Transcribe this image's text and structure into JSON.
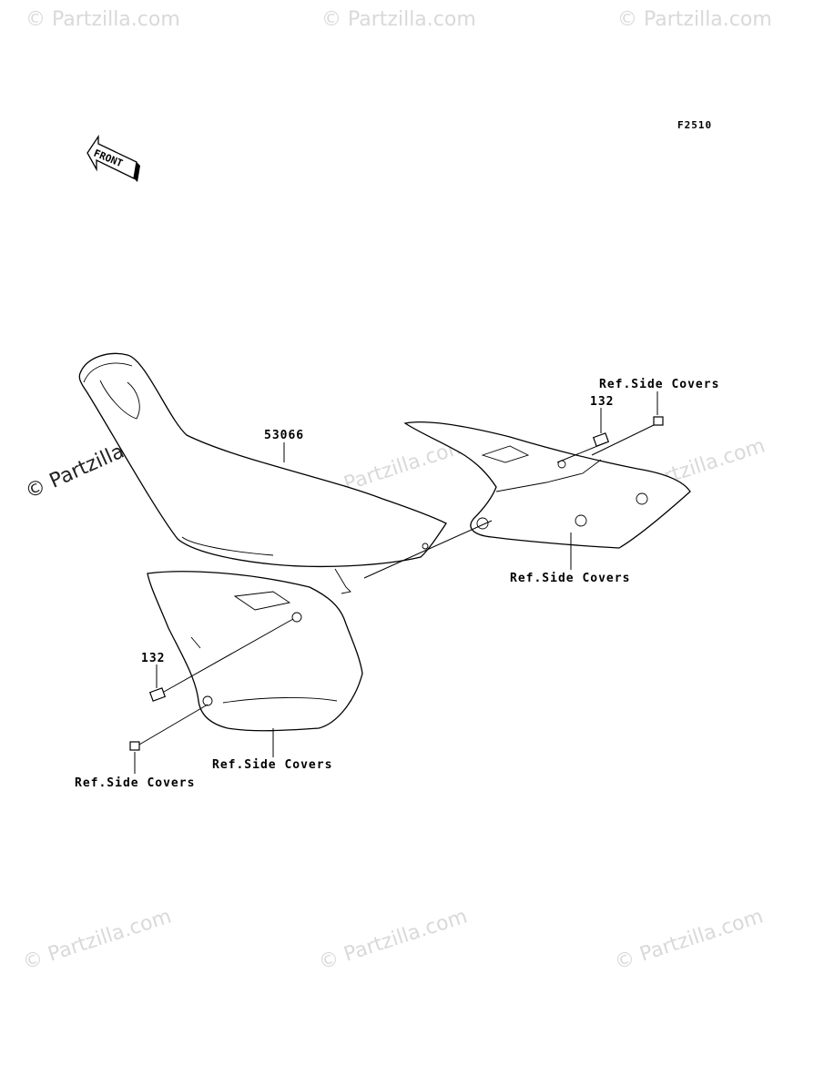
{
  "diagram": {
    "figure_code": "F2510",
    "front_arrow_label": "FRONT",
    "parts": {
      "seat": "53066",
      "bolt_right": "132",
      "bolt_left": "132"
    },
    "refs": {
      "right_top": "Ref.Side Covers",
      "right_bottom": "Ref.Side Covers",
      "left_middle": "Ref.Side Covers",
      "left_bottom": "Ref.Side Covers"
    }
  },
  "watermark": {
    "text": "© Partzilla.com",
    "faint_text": "© Partzilla.com"
  }
}
